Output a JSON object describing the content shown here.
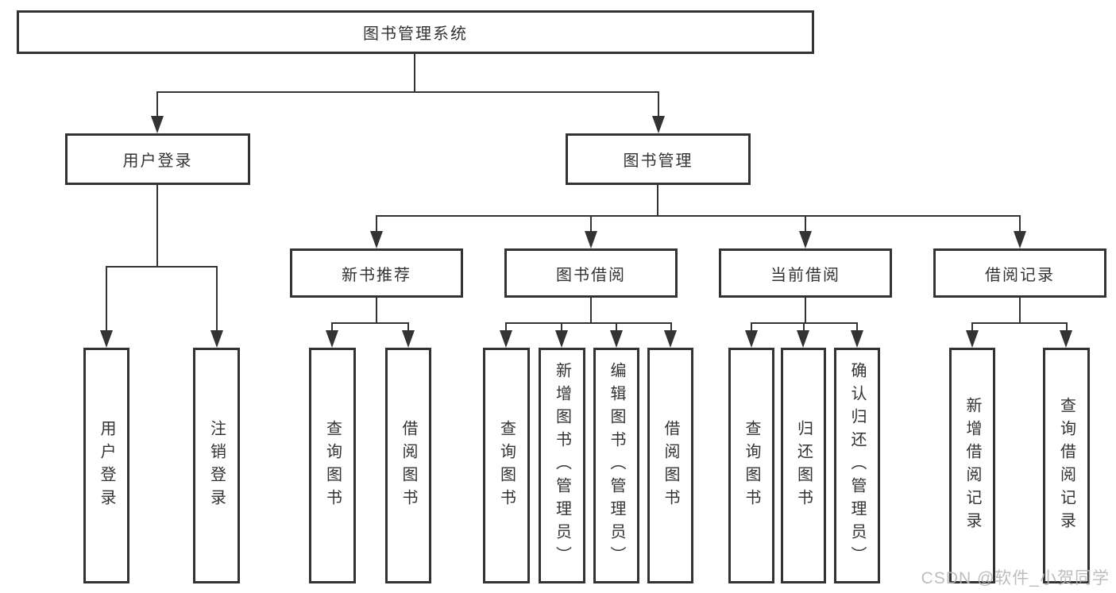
{
  "diagram": {
    "title": "图书管理系统",
    "colors": {
      "line": "#333333",
      "box_border": "#333333",
      "box_background": "#ffffff",
      "text": "#333333",
      "watermark": "#b6b6b6"
    },
    "nodes": {
      "root": "图书管理系统",
      "user_login": "用户登录",
      "book_mgmt": "图书管理",
      "new_book_rec": "新书推荐",
      "book_borrow": "图书借阅",
      "current_borrow": "当前借阅",
      "borrow_record": "借阅记录",
      "user_login_children": [
        "用户登录",
        "注销登录"
      ],
      "new_book_rec_children": [
        "查询图书",
        "借阅图书"
      ],
      "book_borrow_children": [
        "查询图书",
        "新增图书（管理员）",
        "编辑图书（管理员）",
        "借阅图书"
      ],
      "current_borrow_children": [
        "查询图书",
        "归还图书",
        "确认归还（管理员）"
      ],
      "borrow_record_children": [
        "新增借阅记录",
        "查询借阅记录"
      ]
    },
    "watermark": "CSDN @软件_小贺同学"
  }
}
